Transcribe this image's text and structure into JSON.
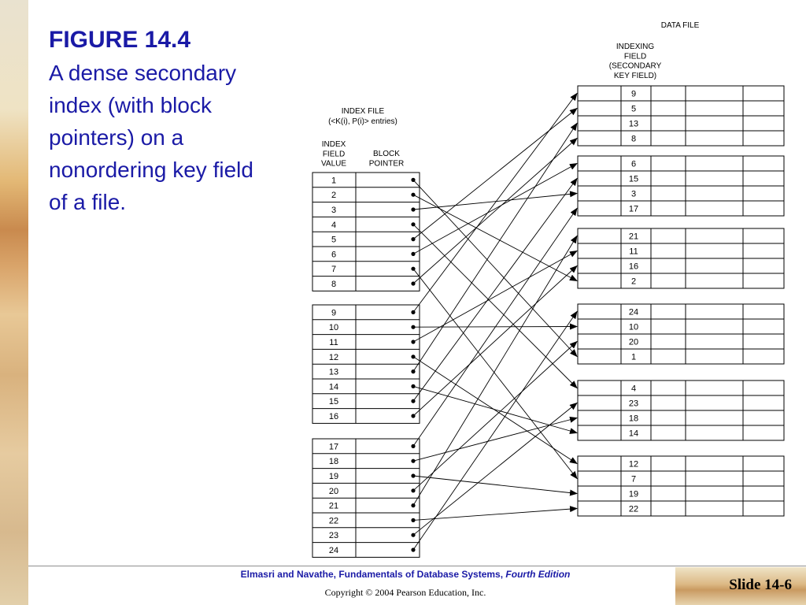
{
  "figure": {
    "title": "FIGURE 14.4",
    "caption": "A dense secondary index (with block pointers) on a nonordering key field of a file."
  },
  "diagram": {
    "data_file_label": "DATA FILE",
    "indexing_field_label": [
      "INDEXING",
      "FIELD",
      "(SECONDARY",
      "KEY FIELD)"
    ],
    "index_file_label": [
      "INDEX FILE",
      "(<K(i), P(i)> entries)"
    ],
    "index_field_value_header": [
      "INDEX",
      "FIELD",
      "VALUE"
    ],
    "block_pointer_header": [
      "BLOCK",
      "POINTER"
    ],
    "index_blocks": [
      [
        "1",
        "2",
        "3",
        "4",
        "5",
        "6",
        "7",
        "8"
      ],
      [
        "9",
        "10",
        "11",
        "12",
        "13",
        "14",
        "15",
        "16"
      ],
      [
        "17",
        "18",
        "19",
        "20",
        "21",
        "22",
        "23",
        "24"
      ]
    ],
    "data_blocks": [
      [
        "9",
        "5",
        "13",
        "8"
      ],
      [
        "6",
        "15",
        "3",
        "17"
      ],
      [
        "21",
        "11",
        "16",
        "2"
      ],
      [
        "24",
        "10",
        "20",
        "1"
      ],
      [
        "4",
        "23",
        "18",
        "14"
      ],
      [
        "12",
        "7",
        "19",
        "22"
      ]
    ]
  },
  "footer": {
    "book": "Elmasri and Navathe, Fundamentals of Database Systems,",
    "edition": "Fourth Edition",
    "copyright": "Copyright © 2004 Pearson Education, Inc.",
    "slide": "Slide 14-6"
  }
}
